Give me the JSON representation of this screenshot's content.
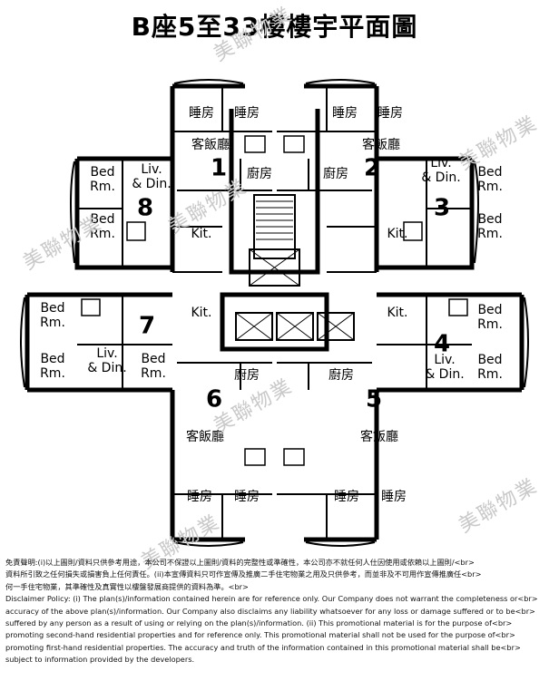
{
  "title": "B座5至33樓樓宇平面圖",
  "watermark": "美聯物業",
  "units": [
    {
      "no": "1",
      "rooms": [
        "睡房",
        "睡房",
        "客飯廳",
        "廚房"
      ]
    },
    {
      "no": "2",
      "rooms": [
        "睡房",
        "睡房",
        "客飯廳",
        "廚房"
      ]
    },
    {
      "no": "3",
      "rooms": [
        "Liv. & Din.",
        "Bed Rm.",
        "Bed Rm.",
        "Kit."
      ]
    },
    {
      "no": "4",
      "rooms": [
        "Bed Rm.",
        "Bed Rm.",
        "Liv. & Din.",
        "Kit."
      ]
    },
    {
      "no": "5",
      "rooms": [
        "廚房",
        "客飯廳",
        "睡房",
        "睡房"
      ]
    },
    {
      "no": "6",
      "rooms": [
        "廚房",
        "客飯廳",
        "睡房",
        "睡房"
      ]
    },
    {
      "no": "7",
      "rooms": [
        "Bed Rm.",
        "Bed Rm.",
        "Liv. & Din.",
        "Bed Rm.",
        "Kit."
      ]
    },
    {
      "no": "8",
      "rooms": [
        "Bed Rm.",
        "Bed Rm.",
        "Liv. & Din.",
        "Kit."
      ]
    }
  ],
  "disclaimer_lines": [
    "免責聲明:(i)以上圖則/資料只供參考用途，本公司不保證以上圖則/資料的完整性或準確性，本公司亦不就任何人仕因使用或依賴以上圖則/<br>",
    "資料所引致之任何損失或損害負上任何責任。(ii)本宣傳資料只可作宣傳及推廣二手住宅物業之用及只供參考，而並非及不可用作宣傳推廣任<br>",
    "何一手住宅物業，其準確性及真實性以樓盤發展商提供的資料為準。<br>",
    "Disclaimer Policy: (i) The plan(s)/information contained herein are for reference only. Our Company does not warrant the completeness or<br>",
    "accuracy of the above plan(s)/information. Our Company also disclaims any liability whatsoever for any loss or damage suffered or to be<br>",
    "suffered by any person as a result of using or relying on the plan(s)/information. (ii) This promotional material is for the purpose of<br>",
    "promoting second-hand residential properties and for reference only. This promotional material shall not be used for the purpose of<br>",
    "promoting first-hand residential properties. The accuracy and truth of the information contained in this promotional material shall be<br>",
    "subject to information provided by the developers."
  ]
}
